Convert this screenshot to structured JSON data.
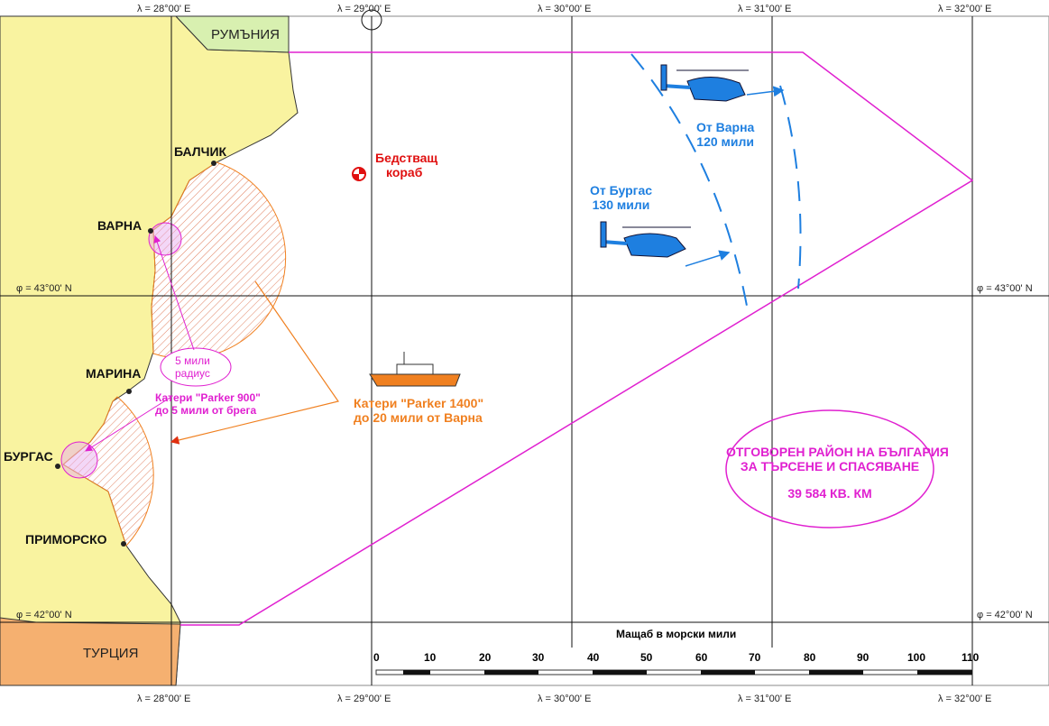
{
  "coords": {
    "lon_top": [
      "λ = 28°00' E",
      "λ = 29°00' E",
      "λ = 30°00' E",
      "λ = 31°00' E",
      "λ = 32°00' E"
    ],
    "lon_bottom": [
      "λ = 28°00' E",
      "λ = 29°00' E",
      "λ = 30°00' E",
      "λ = 31°00' E",
      "λ = 32°00' E"
    ],
    "lat_left": [
      "φ = 43°00' N",
      "φ = 42°00' N"
    ],
    "lat_right": [
      "φ = 43°00' N",
      "φ = 42°00' N"
    ]
  },
  "countries": {
    "romania": "РУМЪНИЯ",
    "turkey": "ТУРЦИЯ"
  },
  "cities": [
    "БАЛЧИК",
    "ВАРНА",
    "МАРИНА",
    "БУРГАС",
    "ПРИМОРСКО"
  ],
  "ship": {
    "line1": "Бедстващ",
    "line2": "кораб"
  },
  "heli_varna": {
    "line1": "От Варна",
    "line2": "120 мили"
  },
  "heli_burgas": {
    "line1": "От Бургас",
    "line2": "130 мили"
  },
  "radius": {
    "line1": "5 мили",
    "line2": "радиус"
  },
  "parker900": {
    "line1": "Катери \"Parker 900\"",
    "line2": "до 5 мили от брега"
  },
  "parker1400": {
    "line1": "Катери \"Parker 1400\"",
    "line2": "до 20 мили от Варна"
  },
  "zone": {
    "line1": "ОТГОВОРЕН РАЙОН НА БЪЛГАРИЯ",
    "line2": "ЗА ТЪРСЕНЕ И СПАСЯВАНЕ",
    "area": "39 584 КВ. КМ"
  },
  "scale": {
    "title": "Мащаб в морски мили",
    "ticks": [
      "0",
      "10",
      "20",
      "30",
      "40",
      "50",
      "60",
      "70",
      "80",
      "90",
      "100",
      "110"
    ]
  },
  "colors": {
    "land": "#f9f3a0",
    "romania": "#d8f0b0",
    "turkey": "#f5b070",
    "boundary": "#e020d0",
    "heli": "#1e7fe0",
    "orange": "#f08020"
  }
}
